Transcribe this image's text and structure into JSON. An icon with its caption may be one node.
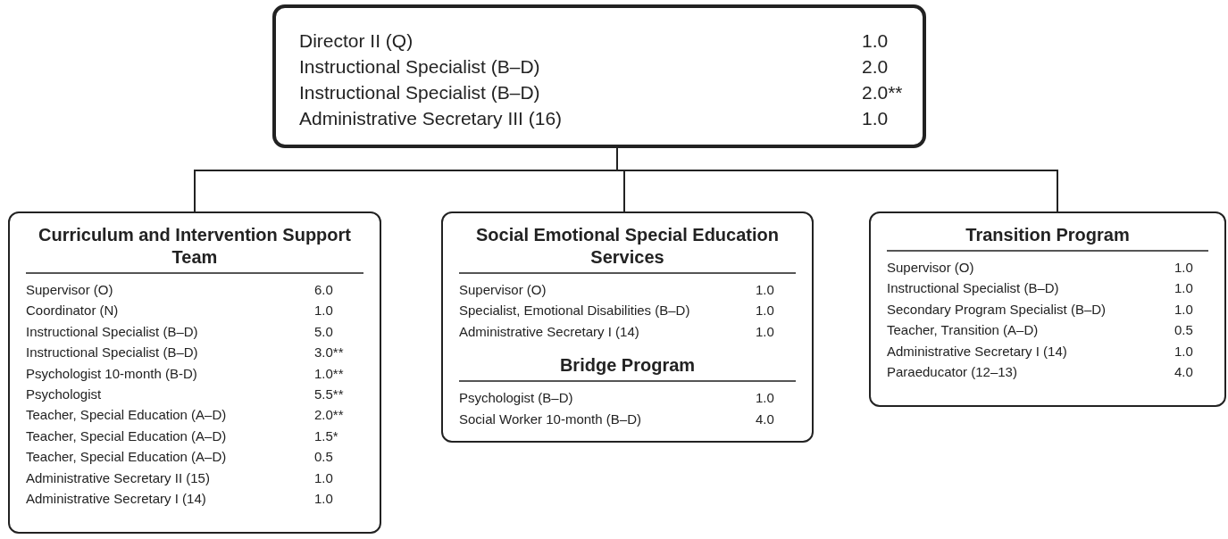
{
  "diagram": {
    "nodes": [
      {
        "text": [
          "Director II (Q)",
          "1.0",
          "Instructional Specialist (B–D)",
          "2.0",
          "Instructional Specialist (B–D)",
          "2.0**",
          "Administrative Secretary III (16)",
          "1.0"
        ]
      },
      {
        "text": [
          "Curriculum and Intervention Support Team",
          "Supervisor (O)",
          "6.0",
          "Coordinator (N)",
          "1.0",
          "Instructional Specialist (B–D)",
          "5.0",
          "Instructional Specialist (B–D)",
          "3.0**",
          "Psychologist 10-month (B-D)",
          "1.0**",
          "Psychologist",
          "5.5**",
          "Teacher, Special Education (A–D)",
          "2.0**",
          "Teacher, Special Education (A–D)",
          "1.5*",
          "Teacher, Special Education (A–D)",
          "0.5",
          "Administrative Secretary II (15)",
          "1.0",
          "Administrative Secretary I (14)",
          "1.0"
        ]
      },
      {
        "text": [
          "Social Emotional Special Education Services",
          "Supervisor (O)",
          "1.0",
          "Specialist, Emotional Disabilities (B–D)",
          "1.0",
          "Administrative Secretary I (14)",
          "1.0",
          "Bridge Program",
          "Psychologist (B–D)",
          "1.0",
          "Social Worker 10-month (B–D)",
          "4.0"
        ]
      },
      {
        "text": [
          "Transition Program",
          "Supervisor (O)",
          "1.0",
          "Instructional Specialist (B–D)",
          "1.0",
          "Secondary Program Specialist (B–D)",
          "1.0",
          "Teacher, Transition (A–D)",
          "0.5",
          "Administrative Secretary I (14)",
          "1.0",
          "Paraeducator (12–13)",
          "4.0"
        ]
      }
    ],
    "edges": [
      {
        "from": 0,
        "to": 1,
        "arrow": "none"
      },
      {
        "from": 0,
        "to": 2,
        "arrow": "none"
      },
      {
        "from": 0,
        "to": 3,
        "arrow": "none"
      }
    ]
  }
}
